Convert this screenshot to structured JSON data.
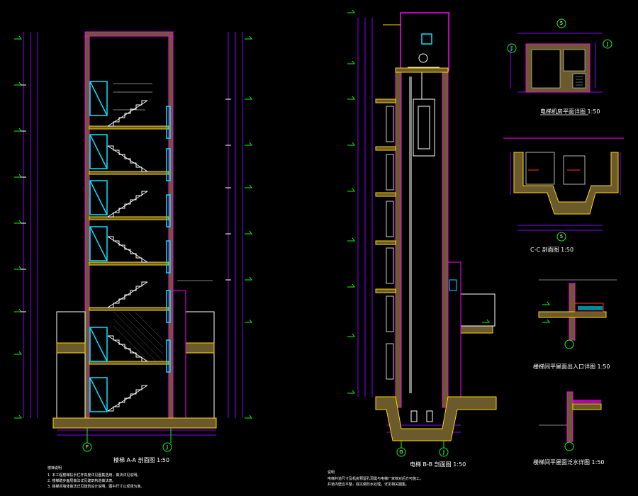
{
  "titles": {
    "stair_section": "楼梯 A-A 剖面图 1:50",
    "elevator_section": "电梯 B-B 剖面图 1:50",
    "machine_room_plan": "电梯机房平面详图 1:50",
    "pit_section": "C-C 剖面图 1:50",
    "roof_entrance_detail": "楼梯间平屋面出入口详图 1:50",
    "roof_edge_detail": "楼梯间平屋面泛水详图 1:50"
  },
  "grid_labels": {
    "stair_left": "F",
    "stair_right": "J",
    "elevator_left": "G",
    "elevator_right": "J",
    "machine_top": "5",
    "machine_left": "J",
    "machine_right": "J",
    "pit_bottom": "5"
  },
  "notes": {
    "stair_heading": "楼梯说明",
    "stair_lines": [
      "1. 本工程楼梯扶手栏杆高度详见图集选用，做法详见说明。",
      "2. 楼梯踏步面层做法详见建筑构造做法表。",
      "3. 楼梯间墙体做法详见建筑设计说明，图中尺寸以现场为准。"
    ],
    "elevator_heading": "说明",
    "elevator_lines": [
      "电梯井道尺寸及机房预留孔洞需与电梯厂家核对后方可施工。",
      "井道内壁应平整，底坑做防水处理，详见相关图集。"
    ]
  },
  "colors": {
    "background": "#000000",
    "wall": "#ff00ff",
    "wall_fill": "#6b5a2c",
    "window": "#00e5ff",
    "dimension": "#8800ff",
    "stair": "#ffffff",
    "level_mark": "#00ff00",
    "grid_bubble": "#00ff00",
    "accent": "#ffff00",
    "slab": "#ffd700"
  }
}
